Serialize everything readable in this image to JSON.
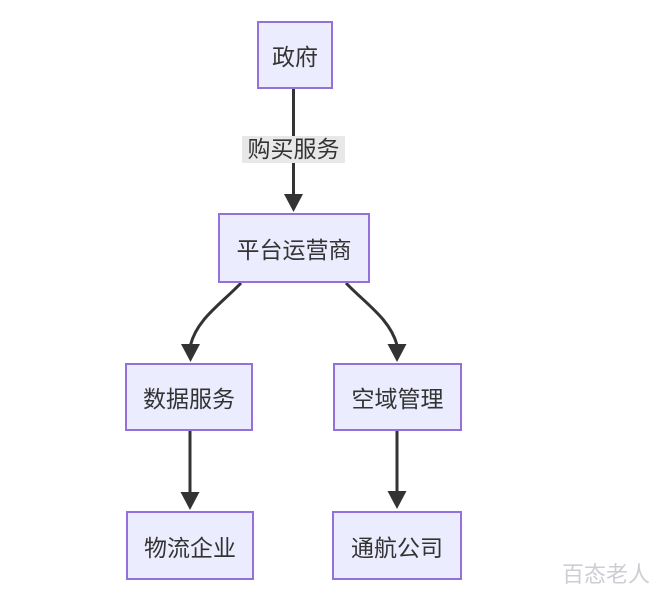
{
  "diagram": {
    "type": "flowchart",
    "direction": "top-down",
    "nodes": [
      {
        "id": "government",
        "label": "政府"
      },
      {
        "id": "platform-operator",
        "label": "平台运营商"
      },
      {
        "id": "data-service",
        "label": "数据服务"
      },
      {
        "id": "airspace-management",
        "label": "空域管理"
      },
      {
        "id": "logistics-company",
        "label": "物流企业"
      },
      {
        "id": "aviation-company",
        "label": "通航公司"
      }
    ],
    "edges": [
      {
        "from": "政府",
        "to": "平台运营商",
        "label": "购买服务"
      },
      {
        "from": "平台运营商",
        "to": "数据服务",
        "label": ""
      },
      {
        "from": "平台运营商",
        "to": "空域管理",
        "label": ""
      },
      {
        "from": "数据服务",
        "to": "物流企业",
        "label": ""
      },
      {
        "from": "空域管理",
        "to": "通航公司",
        "label": ""
      }
    ],
    "colors": {
      "node_fill": "#ECECFF",
      "node_border": "#9370DB",
      "edge": "#333333",
      "edge_label_bg": "#e8e8e8",
      "text": "#333333",
      "watermark": "#cdcdd5"
    }
  },
  "watermark": {
    "text": "百态老人"
  }
}
